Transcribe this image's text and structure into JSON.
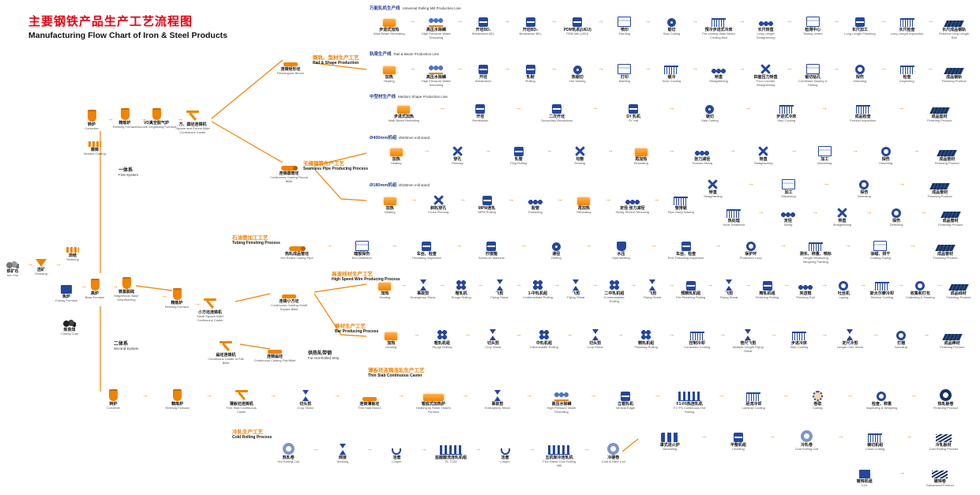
{
  "title": {
    "cn": "主要钢铁产品生产工艺流程图",
    "en": "Manufacturing Flow Chart of Iron & Steel Products"
  },
  "colors": {
    "title_red": "#e60012",
    "accent_orange": "#f08300",
    "primary_blue": "#24479e",
    "navy": "#17325e"
  },
  "line_headers": {
    "u": {
      "c": "万能轧机生产线",
      "e": "Universal Rolling Mill Production Line"
    },
    "r": {
      "c": "轨梁生产线",
      "e": "Rail & Beam Production Line"
    },
    "m": {
      "c": "中型材生产线",
      "e": "Medium Shape Production Line"
    },
    "s400": {
      "c": "Ø400mm机组",
      "e": "Ø400mm mill stand"
    },
    "s180": {
      "c": "Ø180mm机组",
      "e": "Ø180mm mill stand"
    }
  },
  "sections": {
    "rail": {
      "c": "钢轨、型材生产工艺",
      "e": "Rail & Shape Production"
    },
    "pipe": {
      "c": "无缝钢管生产工艺",
      "e": "Seamless Pipe Producing Process"
    },
    "tubing": {
      "c": "石油管加工工艺",
      "e": "Tubing Finishing Process"
    },
    "wire": {
      "c": "高速线材生产工艺",
      "e": "High Speed Wire Producing Process"
    },
    "bar": {
      "c": "棒材生产工艺",
      "e": "Bar Producing Process"
    },
    "thinslab": {
      "c": "薄板坯连铸连轧生产工艺",
      "e": "Thin Slab Continuous Caster"
    },
    "cold": {
      "c": "冷轧生产工艺",
      "e": "Cold Rolling Process"
    }
  },
  "systems": {
    "first": {
      "c": "一体系",
      "e": "First System"
    },
    "second": {
      "c": "二体系",
      "e": "Second System"
    },
    "hotstrip": {
      "c": "供热轧带钢",
      "e": "For Hot Rolled Strip"
    }
  },
  "free_nodes": {
    "ore": {
      "c": "铁矿石",
      "e": "Iron Ore",
      "i": "ore"
    },
    "dressing": {
      "c": "选矿",
      "e": "Dressing",
      "i": "funnel"
    },
    "sintering": {
      "c": "烧结",
      "e": "Sintering",
      "i": "molds"
    },
    "coking_furnace": {
      "c": "焦炉",
      "e": "Coking Furnace",
      "i": "bluebox"
    },
    "blast_furnace": {
      "c": "高炉",
      "e": "Blast Furnace",
      "i": "vessel"
    },
    "mg_desulf": {
      "c": "镁基脱硫",
      "e": "Magnesium Base Desulfurizing",
      "i": "vessel"
    },
    "coking_coal": {
      "c": "炼焦煤",
      "e": "Coking Coal",
      "i": "coal"
    },
    "converter1": {
      "c": "转炉",
      "e": "Converter",
      "i": "vessel"
    },
    "molded_casting": {
      "c": "模铸",
      "e": "Molded Casting",
      "i": "molds"
    },
    "refining1": {
      "c": "精炼炉",
      "e": "Refining Furnace",
      "i": "vessel"
    },
    "vd": {
      "c": "VD真空脱气炉",
      "e": "Vacuum Degassing Furnace",
      "i": "vessel"
    },
    "sr_caster": {
      "c": "方、圆坯连铸机",
      "e": "Square and Round Billet Continuous Caster",
      "i": "caster"
    },
    "refining2": {
      "c": "精炼炉",
      "e": "Refining Furnace",
      "i": "vessel"
    },
    "small_caster": {
      "c": "小方坯连铸机",
      "e": "Small Square Billet Continuous Caster",
      "i": "caster"
    },
    "flat_caster": {
      "c": "扁坯连铸机",
      "e": "Continuous Caster of Flat Billet",
      "i": "caster"
    },
    "rect_bloom": {
      "c": "连铸矩形坯",
      "e": "Rectangular Bloom",
      "i": "bar"
    },
    "round_billet": {
      "c": "连铸圆管坯",
      "e": "Continuous Casting Round Billet",
      "i": "pipe"
    },
    "small_billet": {
      "c": "连铸小方坯",
      "e": "Continuous Casting Small Square Billet",
      "i": "bar"
    },
    "flat_billet": {
      "c": "连铸扁坯",
      "e": "Continuous Casting Flat Billet",
      "i": "bar"
    }
  },
  "rows": {
    "u": [
      {
        "c": "步进式加热",
        "e": "Walk Beam Reheating",
        "i": "heat"
      },
      {
        "c": "高压水除鳞",
        "e": "High Pressure Water Descaling",
        "i": "water"
      },
      {
        "c": "开坯BD₁",
        "e": "Breakdown BD₁",
        "i": "mill"
      },
      {
        "c": "开坯BD₂",
        "e": "Breakdown BD₂",
        "i": "mill"
      },
      {
        "c": "PDM轧机(UEU)",
        "e": "PDM Mill (UEU)",
        "i": "mill"
      },
      {
        "c": "喷印",
        "e": "Painting",
        "i": "box"
      },
      {
        "c": "锯切",
        "e": "Saw Cutting",
        "i": "saw"
      },
      {
        "c": "预冷步进式冷床",
        "e": "Pre-cooling Walk Beam Cooling Bed",
        "i": "grid"
      },
      {
        "c": "长尺矫直",
        "e": "Long Length Straightening",
        "i": "rolls"
      },
      {
        "c": "检测中心",
        "e": "Testing centre",
        "i": "box"
      },
      {
        "c": "长尺加工",
        "e": "Long Length Finishing",
        "i": "mill"
      },
      {
        "c": "长尺检查",
        "e": "Long Length Inspection",
        "i": "grid"
      },
      {
        "c": "长尺成品钢轨",
        "e": "Finished Long Length Rail",
        "i": "prod"
      }
    ],
    "r": [
      {
        "c": "加热",
        "e": "Heating",
        "i": "heat"
      },
      {
        "c": "高压水除鳞",
        "e": "High Pressure Water Descaling",
        "i": "water"
      },
      {
        "c": "开坯",
        "e": "Breakdown",
        "i": "mill"
      },
      {
        "c": "轧制",
        "e": "Rolling",
        "i": "mill"
      },
      {
        "c": "热锯切",
        "e": "Hot Sawing",
        "i": "saw"
      },
      {
        "c": "打印",
        "e": "Marking",
        "i": "box"
      },
      {
        "c": "缓冷",
        "e": "Slow Cooling",
        "i": "grid"
      },
      {
        "c": "矫直",
        "e": "Straightening",
        "i": "rolls"
      },
      {
        "c": "四面压力矫直",
        "e": "Four-Counter Straightening",
        "i": "xroll"
      },
      {
        "c": "锯切钻孔",
        "e": "Combined Sawing & Drilling",
        "i": "box"
      },
      {
        "c": "探伤",
        "e": "Detecting",
        "i": "coil"
      },
      {
        "c": "检查",
        "e": "Inspecting",
        "i": "grid"
      },
      {
        "c": "成品钢轨",
        "e": "Finishing Product",
        "i": "prod"
      }
    ],
    "m": [
      {
        "c": "步进式加热",
        "e": "Walk Beam Reheating",
        "i": "heat"
      },
      {
        "c": "开坯",
        "e": "Breakdown",
        "i": "mill"
      },
      {
        "c": "二次开坯",
        "e": "Secondary Breakdown",
        "i": "mill"
      },
      {
        "c": "SY 轧机",
        "e": "SY mill",
        "i": "mill"
      },
      {
        "c": "锯切",
        "e": "Saw Cutting",
        "i": "saw"
      },
      {
        "c": "步进式冷床",
        "e": "Step Cooling",
        "i": "grid"
      },
      {
        "c": "成品检查",
        "e": "Product Inspection",
        "i": "grid"
      },
      {
        "c": "成品型材",
        "e": "Finishing Product",
        "i": "prod"
      }
    ],
    "s1": [
      {
        "c": "加热",
        "e": "Heating",
        "i": "heat"
      },
      {
        "c": "穿孔",
        "e": "Piercing",
        "i": "xroll"
      },
      {
        "c": "轧管",
        "e": "Plug Rolling",
        "i": "mill"
      },
      {
        "c": "均整",
        "e": "Reeling",
        "i": "xroll"
      },
      {
        "c": "再加热",
        "e": "Reheating",
        "i": "heat"
      },
      {
        "c": "张力减径",
        "e": "Tension Sizing",
        "i": "rolls"
      },
      {
        "c": "矫直",
        "e": "Straightening",
        "i": "xroll"
      },
      {
        "c": "加工",
        "e": "Machining",
        "i": "box"
      },
      {
        "c": "探伤",
        "e": "Detecting",
        "i": "coil"
      },
      {
        "c": "成品管材",
        "e": "Finishing Product",
        "i": "prod"
      }
    ],
    "s2": [
      {
        "c": "矫直",
        "e": "Straightening",
        "i": "xroll"
      },
      {
        "c": "加工",
        "e": "Machining",
        "i": "box"
      },
      {
        "c": "探伤",
        "e": "Detecting",
        "i": "coil"
      },
      {
        "c": "成品管材",
        "e": "Finishing Product",
        "i": "prod"
      }
    ],
    "s3": [
      {
        "c": "加热",
        "e": "Heating",
        "i": "heat"
      },
      {
        "c": "斜轧穿孔",
        "e": "Cross Piercing",
        "i": "xroll"
      },
      {
        "c": "MPM连轧",
        "e": "MPM Rolling",
        "i": "mill"
      },
      {
        "c": "脱管",
        "e": "Extracting",
        "i": "rolls"
      },
      {
        "c": "再加热",
        "e": "Reheating",
        "i": "heat"
      },
      {
        "c": "定径 张力减径",
        "e": "Sizing Stretch Reducing",
        "i": "rolls"
      },
      {
        "c": "管排锯",
        "e": "Pipe Gang Sawing",
        "i": "grid"
      }
    ],
    "s4": [
      {
        "c": "热处理",
        "e": "Heat Treatment",
        "i": "grid"
      },
      {
        "c": "定径",
        "e": "Sizing",
        "i": "rolls"
      },
      {
        "c": "矫直",
        "e": "Straightening",
        "i": "xroll"
      },
      {
        "c": "探伤",
        "e": "Detecting",
        "i": "coil"
      },
      {
        "c": "成品管材",
        "e": "Finishing Product",
        "i": "prod"
      }
    ],
    "t": [
      {
        "c": "热轧成品管坯",
        "e": "Hot Rolled Casing Pipe",
        "i": "pipe"
      },
      {
        "c": "端部探伤",
        "e": "End Detection",
        "i": "box"
      },
      {
        "c": "车丝、检查",
        "e": "Threading Inspection",
        "i": "mill"
      },
      {
        "c": "拧接箍",
        "e": "Screw-on Machine",
        "i": "mill"
      },
      {
        "c": "通径",
        "e": "Drifting",
        "i": "saw"
      },
      {
        "c": "水压",
        "e": "Hydrotesting",
        "i": "drum"
      },
      {
        "c": "车丝、检查",
        "e": "End Threading Inspection",
        "i": "mill"
      },
      {
        "c": "保护环",
        "e": "Protection Loop",
        "i": "coil"
      },
      {
        "c": "测长、称重、喷标",
        "e": "Length Measuring Weighing Painting",
        "i": "grid"
      },
      {
        "c": "涂蜡、烘干",
        "e": "Coating Drying",
        "i": "box"
      },
      {
        "c": "成品管材",
        "e": "Finishing Product",
        "i": "prod"
      }
    ],
    "w": [
      {
        "c": "加热",
        "e": "Heating",
        "i": "heat"
      },
      {
        "c": "事故剪",
        "e": "Emergency Shear",
        "i": "shear"
      },
      {
        "c": "粗轧机",
        "e": "Rough Rolling",
        "i": "rollsH"
      },
      {
        "c": "飞剪",
        "e": "Flying Shear",
        "i": "shear"
      },
      {
        "c": "1-中轧机组",
        "e": "I-Intermediate Rolling",
        "i": "rollsH"
      },
      {
        "c": "飞剪",
        "e": "Flying Shear",
        "i": "shear"
      },
      {
        "c": "二中轧机组",
        "e": "II-Intermediate Rolling",
        "i": "rollsH"
      },
      {
        "c": "飞剪",
        "e": "Flying Shear",
        "i": "shear"
      },
      {
        "c": "预精轧机组",
        "e": "Pre-Finishing Rolling",
        "i": "mill"
      },
      {
        "c": "飞剪",
        "e": "Flying Shear",
        "i": "shear"
      },
      {
        "c": "精轧机组",
        "e": "Finishing Rolling",
        "i": "mill"
      },
      {
        "c": "夹送辊",
        "e": "Pinching Roll",
        "i": "rolls"
      },
      {
        "c": "吐丝机",
        "e": "Laying",
        "i": "coil"
      },
      {
        "c": "斯太尔摩冷却",
        "e": "Stelmor Cooling",
        "i": "grid"
      },
      {
        "c": "收集和打包",
        "e": "Collecting & Packing",
        "i": "coil"
      },
      {
        "c": "成品线材",
        "e": "Finishing Product",
        "i": "prod"
      }
    ],
    "b": [
      {
        "c": "加热",
        "e": "Heating",
        "i": "heat"
      },
      {
        "c": "粗轧机组",
        "e": "Rough Rolling",
        "i": "rollsH"
      },
      {
        "c": "切头剪",
        "e": "Crop Shear",
        "i": "shear"
      },
      {
        "c": "中轧机组",
        "e": "Intermediate Rolling",
        "i": "rollsH"
      },
      {
        "c": "切头剪",
        "e": "Crop Shear",
        "i": "shear"
      },
      {
        "c": "精轧机组",
        "e": "Finishing Rolling",
        "i": "rollsH"
      },
      {
        "c": "控制冷却",
        "e": "Controlled Cooling",
        "i": "grid"
      },
      {
        "c": "倍尺飞剪",
        "e": "Multiple Length Flying Shear",
        "i": "shear"
      },
      {
        "c": "步进冷床",
        "e": "Step Cooling",
        "i": "grid"
      },
      {
        "c": "定尺冷剪",
        "e": "Length Cold Shear",
        "i": "shear"
      },
      {
        "c": "打捆",
        "e": "Bundling",
        "i": "coil"
      },
      {
        "c": "成品棒材",
        "e": "Finishing Product",
        "i": "prod"
      }
    ],
    "ts": [
      {
        "c": "转炉",
        "e": "Converter",
        "i": "vessel"
      },
      {
        "c": "精炼炉",
        "e": "Refining Furnace",
        "i": "vessel"
      },
      {
        "c": "薄板坯连铸机",
        "e": "Thin Slab Continuous Caster",
        "i": "caster"
      },
      {
        "c": "切头剪",
        "e": "Crop Shear",
        "i": "shear"
      },
      {
        "c": "连铸薄板坯",
        "e": "Thin Slab Bloom",
        "i": "bar"
      },
      {
        "c": "辊底式加热炉",
        "e": "Heating by Roller Hearth Furnace",
        "i": "heatlong"
      },
      {
        "c": "事故剪",
        "e": "Emergency Shear",
        "i": "shear"
      },
      {
        "c": "高压水除鳞",
        "e": "High Pressure Water Descaling",
        "i": "water"
      },
      {
        "c": "立辊轧机",
        "e": "Vertical Edger",
        "i": "mill"
      },
      {
        "c": "F1-F6热连轧机",
        "e": "F1~F6 Continuous Hot Rolling",
        "i": "millline"
      },
      {
        "c": "层流冷却",
        "e": "Laminar Cooling",
        "i": "grid"
      },
      {
        "c": "卷取",
        "e": "Coiling",
        "i": "gear"
      },
      {
        "c": "检查、称重",
        "e": "Inspecting & Weighing",
        "i": "coil"
      },
      {
        "c": "热轧板卷",
        "e": "Finishing Product",
        "i": "prodcoil"
      }
    ],
    "c": [
      {
        "c": "热轧卷",
        "e": "Hot Rolling Coil",
        "i": "coilbig"
      },
      {
        "c": "焊接",
        "e": "Welding",
        "i": "shear"
      },
      {
        "c": "活套",
        "e": "Looper",
        "i": "loop"
      },
      {
        "c": "盐酸酸洗连轧机组",
        "e": "PL-TCM",
        "i": "millline"
      },
      {
        "c": "活套",
        "e": "Looper",
        "i": "loop"
      },
      {
        "c": "五机架冷连轧机",
        "e": "Five Stand Cold Rolling Mill",
        "i": "millline"
      },
      {
        "c": "冷硬卷",
        "e": "Cold & Hard Coil",
        "i": "coilbig"
      }
    ],
    "c2": [
      {
        "c": "罩式退火炉",
        "e": "Annealing",
        "i": "cyl"
      },
      {
        "c": "平整机组",
        "e": "Levelling",
        "i": "mill"
      },
      {
        "c": "冷轧卷",
        "e": "Cold Rolling Coil",
        "i": "coilbig"
      },
      {
        "c": "横切机组",
        "e": "Cross Cutting",
        "i": "grid"
      },
      {
        "c": "冷轧板材",
        "e": "Cold Rolling Product",
        "i": "stack"
      }
    ],
    "c3": [
      {
        "c": "镀锌机组",
        "e": "CGL",
        "i": "bluebox"
      },
      {
        "c": "镀锌卷",
        "e": "Galvanized Product",
        "i": "stack"
      }
    ]
  }
}
